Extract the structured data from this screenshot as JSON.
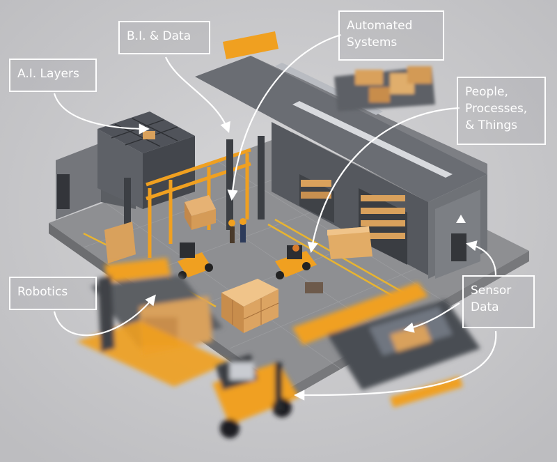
{
  "labels": {
    "bi_data": "B.I. & Data",
    "automated_systems": "Automated\nSystems",
    "ai_layers": "A.I. Layers",
    "people": "People,\nProcesses,\n& Things",
    "robotics": "Robotics",
    "sensor_data": "Sensor\nData"
  },
  "colors": {
    "background": "#c9c9cb",
    "accent_orange": "#f0a020",
    "structure_dark": "#5a5d63",
    "floor": "#9a9a9c",
    "box_tan": "#d9a15c",
    "callout_white": "#ffffff"
  }
}
